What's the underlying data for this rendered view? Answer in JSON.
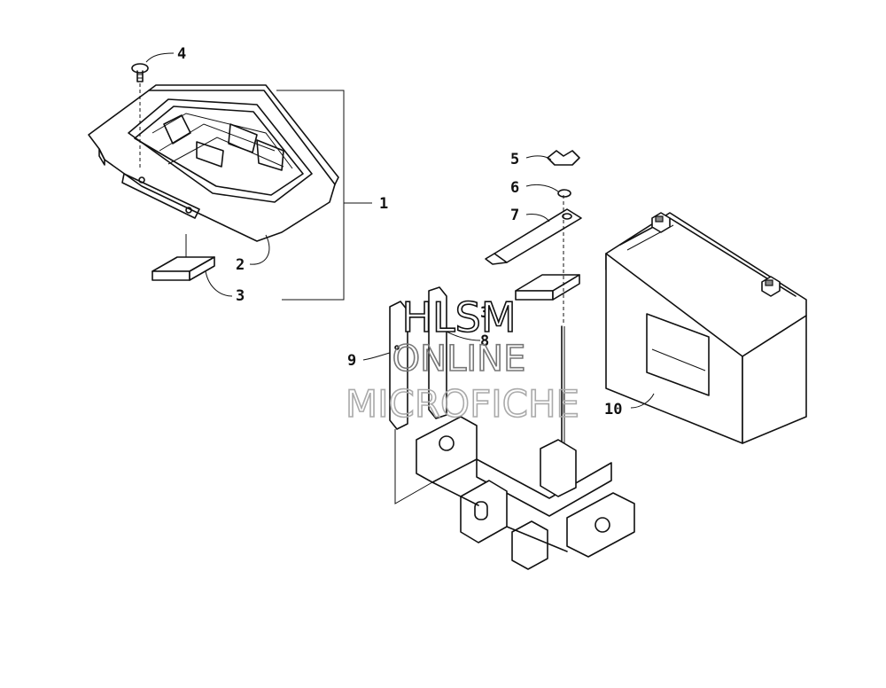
{
  "callouts": {
    "c1": "1",
    "c2": "2",
    "c3a": "3",
    "c3b": "3",
    "c4": "4",
    "c5": "5",
    "c6": "6",
    "c7": "7",
    "c8": "8",
    "c9": "9",
    "c10": "10"
  },
  "watermark": {
    "line1": "HLSM",
    "line2": "ONLINE",
    "line3": "MICROFICHE"
  }
}
